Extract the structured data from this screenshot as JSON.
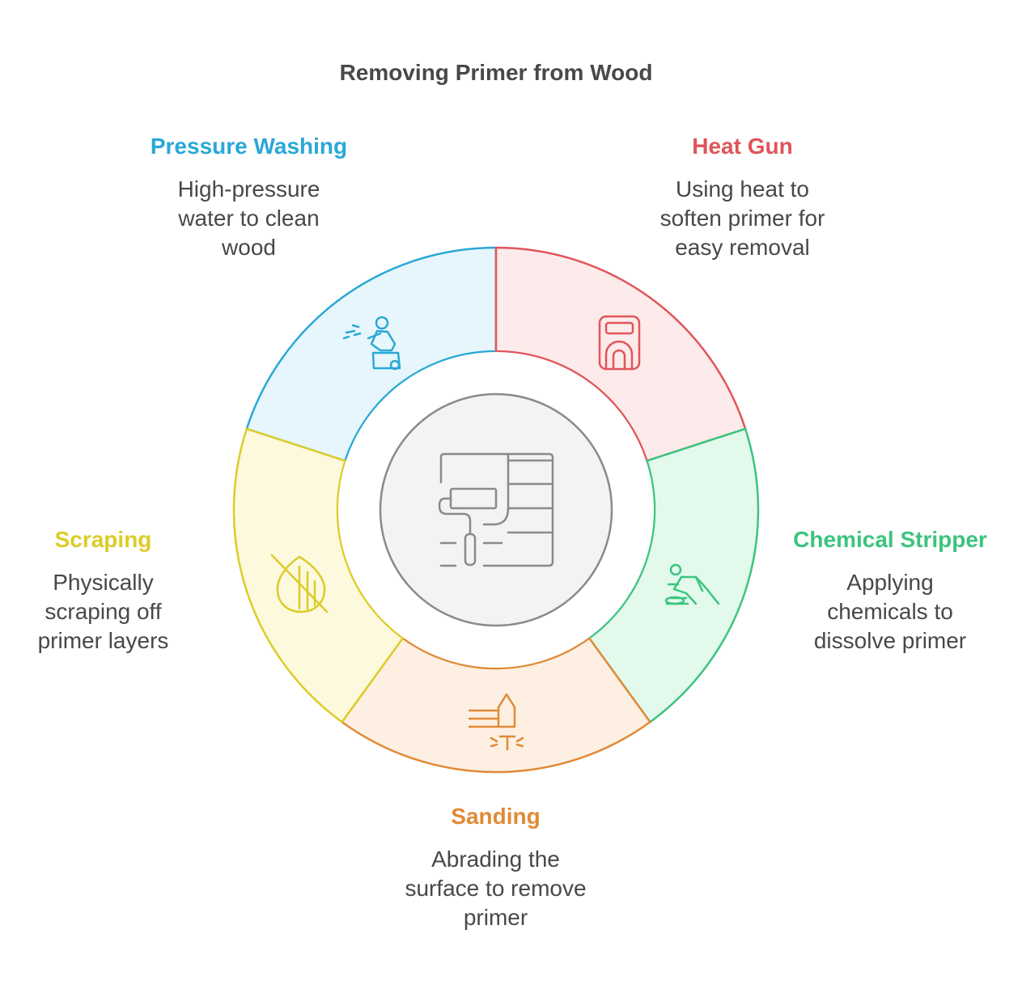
{
  "title": "Removing Primer from Wood",
  "segments": [
    {
      "key": "pressure",
      "heading": "Pressure Washing",
      "desc_lines": [
        "High-pressure",
        "water to clean",
        "wood"
      ],
      "color": "#2aa8d6",
      "fill": "#e6f6fc",
      "icon": "pressure-washer-icon"
    },
    {
      "key": "heat",
      "heading": "Heat Gun",
      "desc_lines": [
        "Using heat to",
        "soften primer for",
        "easy removal"
      ],
      "color": "#e0555a",
      "fill": "#fdeaea",
      "icon": "heat-gun-icon"
    },
    {
      "key": "chem",
      "heading": "Chemical Stripper",
      "desc_lines": [
        "Applying",
        "chemicals to",
        "dissolve primer"
      ],
      "color": "#3cc47e",
      "fill": "#e3f9ec",
      "icon": "chemical-stripper-icon"
    },
    {
      "key": "sand",
      "heading": "Sanding",
      "desc_lines": [
        "Abrading the",
        "surface to remove",
        "primer"
      ],
      "color": "#e08a35",
      "fill": "#fdf0e3",
      "icon": "sanding-icon"
    },
    {
      "key": "scrap",
      "heading": "Scraping",
      "desc_lines": [
        "Physically",
        "scraping off",
        "primer layers"
      ],
      "color": "#dccc2a",
      "fill": "#fdf9dc",
      "icon": "scraping-icon"
    }
  ],
  "center": {
    "icon": "paint-roller-wall-icon",
    "color": "#8a8a8a",
    "fill": "#f3f3f3"
  }
}
